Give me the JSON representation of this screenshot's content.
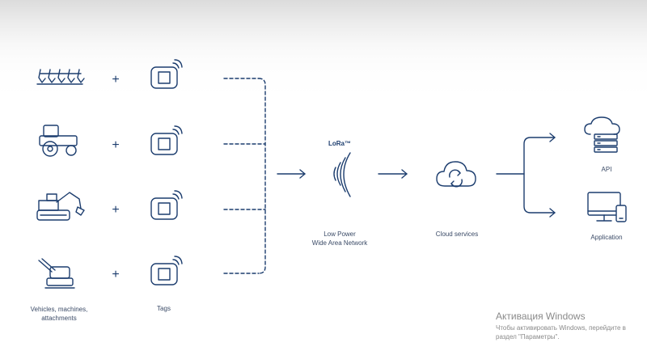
{
  "diagram": {
    "label_vehicles": "Vehicles, machines, attachments",
    "label_tags": "Tags",
    "label_lora": "LoRa™",
    "label_lpwan_line1": "Low Power",
    "label_lpwan_line2": "Wide Area Network",
    "label_cloud": "Cloud services",
    "label_api": "API",
    "label_application": "Application",
    "plus_sign": "+",
    "colors": {
      "stroke": "#1c3d6e",
      "text": "#3a4a66",
      "background": "#ffffff"
    }
  },
  "watermark": {
    "title": "Активация Windows",
    "line1": "Чтобы активировать Windows, перейдите в",
    "line2": "раздел \"Параметры\"."
  }
}
